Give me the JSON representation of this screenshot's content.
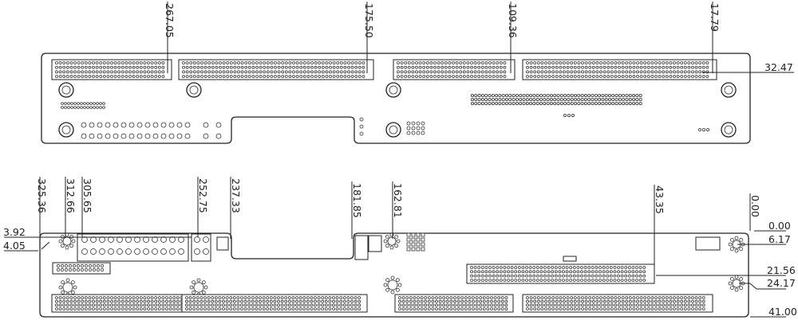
{
  "title": "Backplane mechanical drawing",
  "top_board": {
    "dims_x": [
      "267.05",
      "175.50",
      "109.36",
      "17.79"
    ],
    "dims_y": [
      "32.47"
    ]
  },
  "bottom_board": {
    "dims_x": [
      "325.36",
      "312.66",
      "305.65",
      "252.75",
      "237.33",
      "181.85",
      "162.81",
      "43.35",
      "0.00"
    ],
    "dims_y": [
      "3.92",
      "4.05",
      "0.00",
      "6.17",
      "21.56",
      "24.17",
      "41.00"
    ]
  }
}
